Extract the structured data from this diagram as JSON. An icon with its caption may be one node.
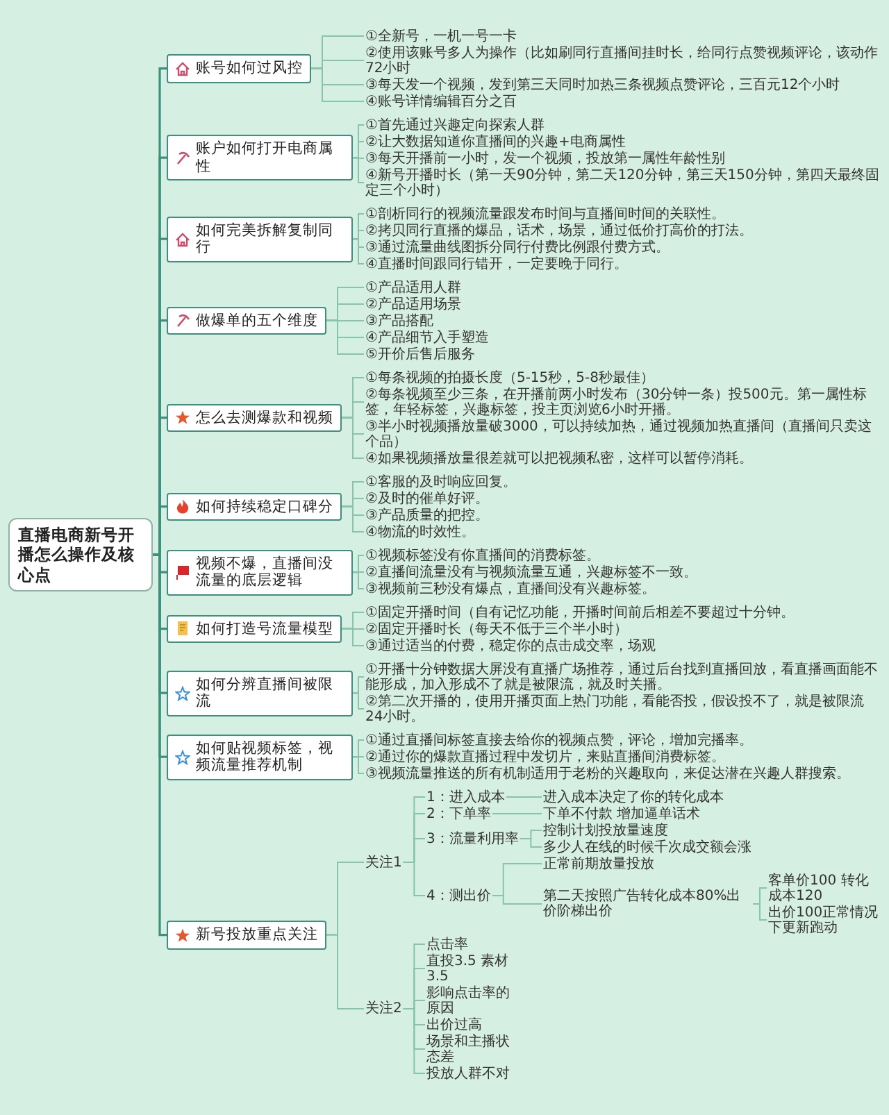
{
  "diagram": {
    "nodes": [
      {
        "text": [
          "直播电商新号开播怎么操作及核心点"
        ]
      },
      {
        "text": [
          "账号如何过风控"
        ]
      },
      {
        "text": [
          "①全新号，一机一号一卡"
        ]
      },
      {
        "text": [
          "②使用该账号多人为操作（比如刷同行直播间挂时长，给同行点赞视频评论，该动作72小时"
        ]
      },
      {
        "text": [
          "③每天发一个视频，发到第三天同时加热三条视频点赞评论，三百元12个小时"
        ]
      },
      {
        "text": [
          "④账号详情编辑百分之百"
        ]
      },
      {
        "text": [
          "账户如何打开电商属性"
        ]
      },
      {
        "text": [
          "①首先通过兴趣定向探索人群"
        ]
      },
      {
        "text": [
          "②让大数据知道你直播间的兴趣+电商属性"
        ]
      },
      {
        "text": [
          "③每天开播前一小时，发一个视频，投放第一属性年龄性别"
        ]
      },
      {
        "text": [
          "④新号开播时长（第一天90分钟，第二天120分钟，第三天150分钟，第四天最终固定三个小时）"
        ]
      },
      {
        "text": [
          "如何完美拆解复制同行"
        ]
      },
      {
        "text": [
          "①剖析同行的视频流量跟发布时间与直播间时间的关联性。"
        ]
      },
      {
        "text": [
          "②拷贝同行直播的爆品，话术，场景，通过低价打高价的打法。"
        ]
      },
      {
        "text": [
          "③通过流量曲线图拆分同行付费比例跟付费方式。"
        ]
      },
      {
        "text": [
          "④直播时间跟同行错开，一定要晚于同行。"
        ]
      },
      {
        "text": [
          "做爆单的五个维度"
        ]
      },
      {
        "text": [
          "①产品适用人群"
        ]
      },
      {
        "text": [
          "②产品适用场景"
        ]
      },
      {
        "text": [
          "③产品搭配"
        ]
      },
      {
        "text": [
          "④产品细节入手塑造"
        ]
      },
      {
        "text": [
          "⑤开价后售后服务"
        ]
      },
      {
        "text": [
          "怎么去测爆款和视频"
        ]
      },
      {
        "text": [
          "①每条视频的拍摄长度（5-15秒，5-8秒最佳）"
        ]
      },
      {
        "text": [
          "②每条视频至少三条，在开播前两小时发布（30分钟一条）投500元。第一属性标签，年轻标签，兴趣标签，投主页浏览6小时开播。"
        ]
      },
      {
        "text": [
          "③半小时视频播放量破3000，可以持续加热，通过视频加热直播间（直播间只卖这个品）"
        ]
      },
      {
        "text": [
          "④如果视频播放量很差就可以把视频私密，这样可以暂停消耗。"
        ]
      },
      {
        "text": [
          "如何持续稳定口碑分"
        ]
      },
      {
        "text": [
          "①客服的及时响应回复。"
        ]
      },
      {
        "text": [
          "②及时的催单好评。"
        ]
      },
      {
        "text": [
          "③产品质量的把控。"
        ]
      },
      {
        "text": [
          "④物流的时效性。"
        ]
      },
      {
        "text": [
          "视频不爆，直播间没流量的底层逻辑"
        ]
      },
      {
        "text": [
          "①视频标签没有你直播间的消费标签。"
        ]
      },
      {
        "text": [
          "②直播间流量没有与视频流量互通，兴趣标签不一致。"
        ]
      },
      {
        "text": [
          "③视频前三秒没有爆点，直播间没有兴趣标签。"
        ]
      },
      {
        "text": [
          "如何打造号流量模型"
        ]
      },
      {
        "text": [
          "①固定开播时间（自有记忆功能，开播时间前后相差不要超过十分钟。"
        ]
      },
      {
        "text": [
          "②固定开播时长（每天不低于三个半小时）"
        ]
      },
      {
        "text": [
          "③通过适当的付费，稳定你的点击成交率，场观"
        ]
      },
      {
        "text": [
          "如何分辨直播间被限流"
        ]
      },
      {
        "text": [
          "①开播十分钟数据大屏没有直播广场推荐，通过后台找到直播回放，看直播画面能不能形成，加入形成不了就是被限流，就及时关播。"
        ]
      },
      {
        "text": [
          "②第二次开播的，使用开播页面上热门功能，看能否投，假设投不了，就是被限流24小时。"
        ]
      },
      {
        "text": [
          "如何贴视频标签，视频流量推荐机制"
        ]
      },
      {
        "text": [
          "①通过直播间标签直接去给你的视频点赞，评论，增加完播率。"
        ]
      },
      {
        "text": [
          "②通过你的爆款直播过程中发切片，来贴直播间消费标签。"
        ]
      },
      {
        "text": [
          "③视频流量推送的所有机制适用于老粉的兴趣取向，来促达潜在兴趣人群搜索。"
        ]
      },
      {
        "text": [
          "新号投放重点关注"
        ]
      },
      {
        "text": [
          "关注1"
        ]
      },
      {
        "text": [
          "1：进入成本"
        ]
      },
      {
        "text": [
          "进入成本决定了你的转化成本"
        ]
      },
      {
        "text": [
          "2：下单率"
        ]
      },
      {
        "text": [
          "下单不付款 增加逼单话术"
        ]
      },
      {
        "text": [
          "3：流量利用率"
        ]
      },
      {
        "text": [
          "控制计划投放量速度"
        ]
      },
      {
        "text": [
          "多少人在线的时候千次成交额会涨"
        ]
      },
      {
        "text": [
          "4：测出价"
        ]
      },
      {
        "text": [
          "正常前期放量投放"
        ]
      },
      {
        "text": [
          "第二天按照广告转化成本80%出价阶梯出价"
        ]
      },
      {
        "text": [
          "客单价100 转化成本120"
        ]
      },
      {
        "text": [
          "出价100正常情况下更新跑动"
        ]
      },
      {
        "text": [
          "关注2"
        ]
      },
      {
        "text": [
          "点击率"
        ]
      },
      {
        "text": [
          "直投3.5 素材3.5"
        ]
      },
      {
        "text": [
          "影响点击率的原因"
        ]
      },
      {
        "text": [
          "出价过高"
        ]
      },
      {
        "text": [
          "场景和主播状态差"
        ]
      },
      {
        "text": [
          "投放人群不对"
        ]
      }
    ],
    "edges": [
      {
        "from": 0,
        "to": 1,
        "arrow": "none"
      },
      {
        "from": 1,
        "to": 2,
        "arrow": "none"
      },
      {
        "from": 1,
        "to": 3,
        "arrow": "none"
      },
      {
        "from": 1,
        "to": 4,
        "arrow": "none"
      },
      {
        "from": 1,
        "to": 5,
        "arrow": "none"
      },
      {
        "from": 0,
        "to": 6,
        "arrow": "none"
      },
      {
        "from": 6,
        "to": 7,
        "arrow": "none"
      },
      {
        "from": 6,
        "to": 8,
        "arrow": "none"
      },
      {
        "from": 6,
        "to": 9,
        "arrow": "none"
      },
      {
        "from": 6,
        "to": 10,
        "arrow": "none"
      },
      {
        "from": 0,
        "to": 11,
        "arrow": "none"
      },
      {
        "from": 11,
        "to": 12,
        "arrow": "none"
      },
      {
        "from": 11,
        "to": 13,
        "arrow": "none"
      },
      {
        "from": 11,
        "to": 14,
        "arrow": "none"
      },
      {
        "from": 11,
        "to": 15,
        "arrow": "none"
      },
      {
        "from": 0,
        "to": 16,
        "arrow": "none"
      },
      {
        "from": 16,
        "to": 17,
        "arrow": "none"
      },
      {
        "from": 16,
        "to": 18,
        "arrow": "none"
      },
      {
        "from": 16,
        "to": 19,
        "arrow": "none"
      },
      {
        "from": 16,
        "to": 20,
        "arrow": "none"
      },
      {
        "from": 16,
        "to": 21,
        "arrow": "none"
      },
      {
        "from": 0,
        "to": 22,
        "arrow": "none"
      },
      {
        "from": 22,
        "to": 23,
        "arrow": "none"
      },
      {
        "from": 22,
        "to": 24,
        "arrow": "none"
      },
      {
        "from": 22,
        "to": 25,
        "arrow": "none"
      },
      {
        "from": 22,
        "to": 26,
        "arrow": "none"
      },
      {
        "from": 0,
        "to": 27,
        "arrow": "none"
      },
      {
        "from": 27,
        "to": 28,
        "arrow": "none"
      },
      {
        "from": 27,
        "to": 29,
        "arrow": "none"
      },
      {
        "from": 27,
        "to": 30,
        "arrow": "none"
      },
      {
        "from": 27,
        "to": 31,
        "arrow": "none"
      },
      {
        "from": 0,
        "to": 32,
        "arrow": "none"
      },
      {
        "from": 32,
        "to": 33,
        "arrow": "none"
      },
      {
        "from": 32,
        "to": 34,
        "arrow": "none"
      },
      {
        "from": 32,
        "to": 35,
        "arrow": "none"
      },
      {
        "from": 0,
        "to": 36,
        "arrow": "none"
      },
      {
        "from": 36,
        "to": 37,
        "arrow": "none"
      },
      {
        "from": 36,
        "to": 38,
        "arrow": "none"
      },
      {
        "from": 36,
        "to": 39,
        "arrow": "none"
      },
      {
        "from": 0,
        "to": 40,
        "arrow": "none"
      },
      {
        "from": 40,
        "to": 41,
        "arrow": "none"
      },
      {
        "from": 40,
        "to": 42,
        "arrow": "none"
      },
      {
        "from": 0,
        "to": 43,
        "arrow": "none"
      },
      {
        "from": 43,
        "to": 44,
        "arrow": "none"
      },
      {
        "from": 43,
        "to": 45,
        "arrow": "none"
      },
      {
        "from": 43,
        "to": 46,
        "arrow": "none"
      },
      {
        "from": 0,
        "to": 47,
        "arrow": "none"
      },
      {
        "from": 47,
        "to": 48,
        "arrow": "none"
      },
      {
        "from": 48,
        "to": 49,
        "arrow": "none"
      },
      {
        "from": 49,
        "to": 50,
        "arrow": "none"
      },
      {
        "from": 48,
        "to": 51,
        "arrow": "none"
      },
      {
        "from": 51,
        "to": 52,
        "arrow": "none"
      },
      {
        "from": 48,
        "to": 53,
        "arrow": "none"
      },
      {
        "from": 53,
        "to": 54,
        "arrow": "none"
      },
      {
        "from": 53,
        "to": 55,
        "arrow": "none"
      },
      {
        "from": 48,
        "to": 56,
        "arrow": "none"
      },
      {
        "from": 56,
        "to": 57,
        "arrow": "none"
      },
      {
        "from": 56,
        "to": 58,
        "arrow": "none"
      },
      {
        "from": 58,
        "to": 59,
        "arrow": "none"
      },
      {
        "from": 58,
        "to": 60,
        "arrow": "none"
      },
      {
        "from": 47,
        "to": 61,
        "arrow": "none"
      },
      {
        "from": 61,
        "to": 62,
        "arrow": "none"
      },
      {
        "from": 61,
        "to": 63,
        "arrow": "none"
      },
      {
        "from": 61,
        "to": 64,
        "arrow": "none"
      },
      {
        "from": 61,
        "to": 65,
        "arrow": "none"
      },
      {
        "from": 61,
        "to": 66,
        "arrow": "none"
      },
      {
        "from": 61,
        "to": 67,
        "arrow": "none"
      }
    ]
  }
}
